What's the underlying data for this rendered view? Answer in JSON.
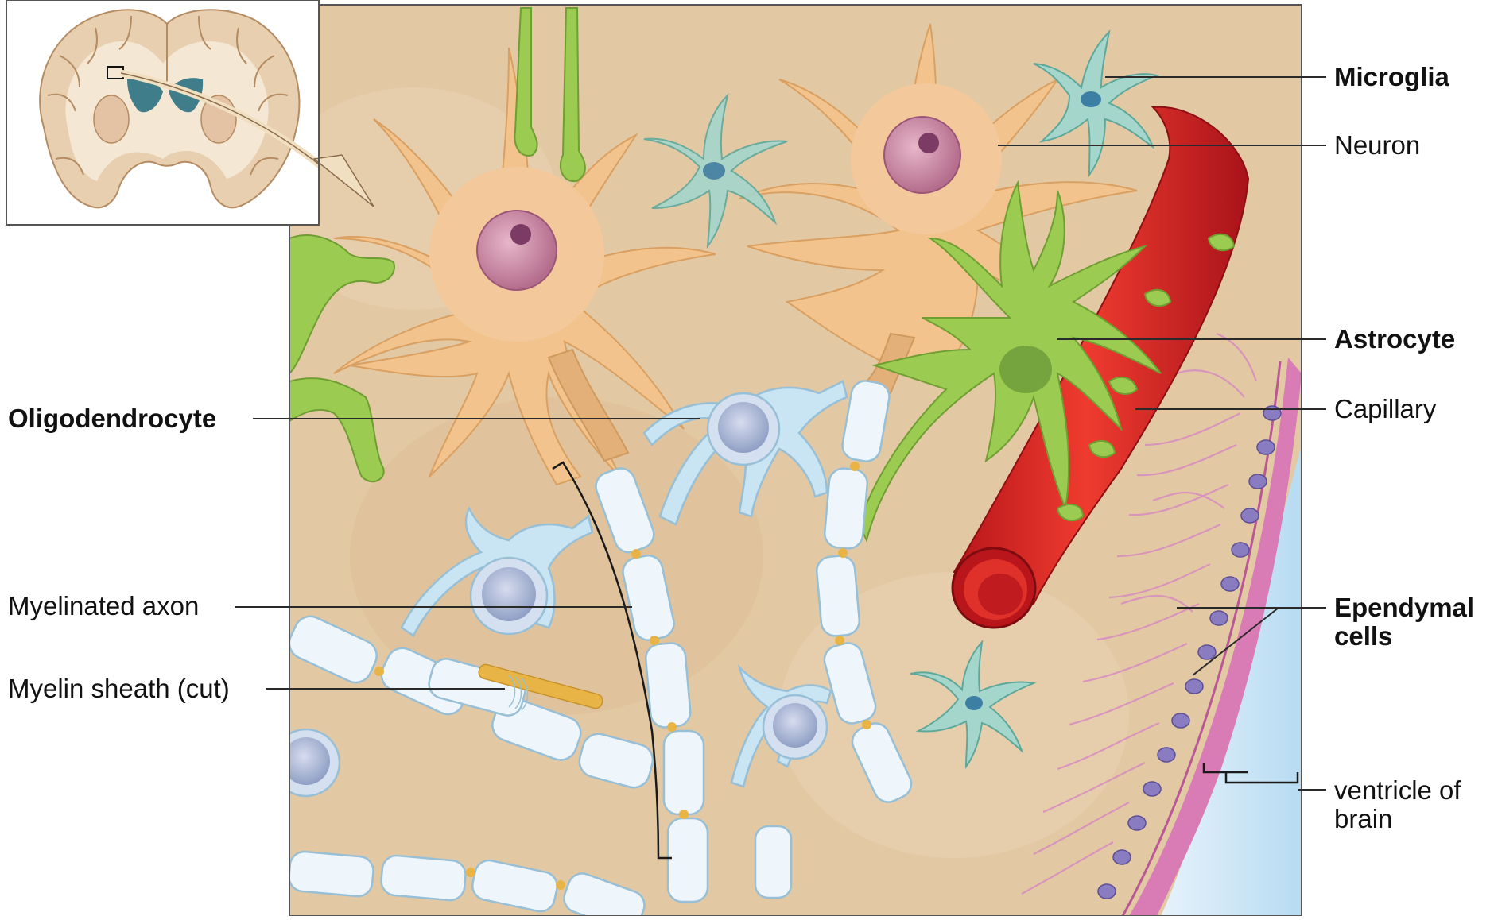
{
  "labels": {
    "microglia": "Microglia",
    "neuron": "Neuron",
    "astrocyte": "Astrocyte",
    "capillary": "Capillary",
    "oligodendrocyte": "Oligodendrocyte",
    "myelinated_axon": "Myelinated axon",
    "myelin_sheath": "Myelin sheath (cut)",
    "ependymal_line1": "Ependymal",
    "ependymal_line2": "cells",
    "ventricle_line1": "ventricle of",
    "ventricle_line2": "brain"
  },
  "colors": {
    "tissue": "#e3c8a4",
    "neuron": "#f2c38c",
    "nucleus": "#c57f9c",
    "astrocyte": "#9ccb52",
    "capillary": "#d8241f",
    "oligodendrocyte": "#c9e4f2",
    "myelin": "#eff6fb",
    "microglia": "#7cc0b5",
    "ependymal": "#d97bb5",
    "ventricle": "#cfe7f7",
    "axon_core": "#e8b445"
  }
}
